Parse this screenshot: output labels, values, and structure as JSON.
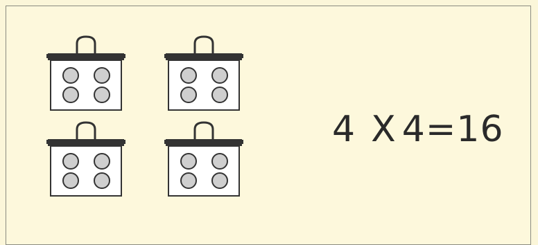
{
  "bag_count": 4,
  "balls_per_bag": 4,
  "equation": {
    "factor_a": "4",
    "operator": "X",
    "factor_b": "4",
    "equals": "=",
    "product": "16"
  },
  "colors": {
    "background": "#fdf8dc",
    "outline": "#333333",
    "ball_fill": "#cfcfcf",
    "bag_fill": "#ffffff"
  }
}
